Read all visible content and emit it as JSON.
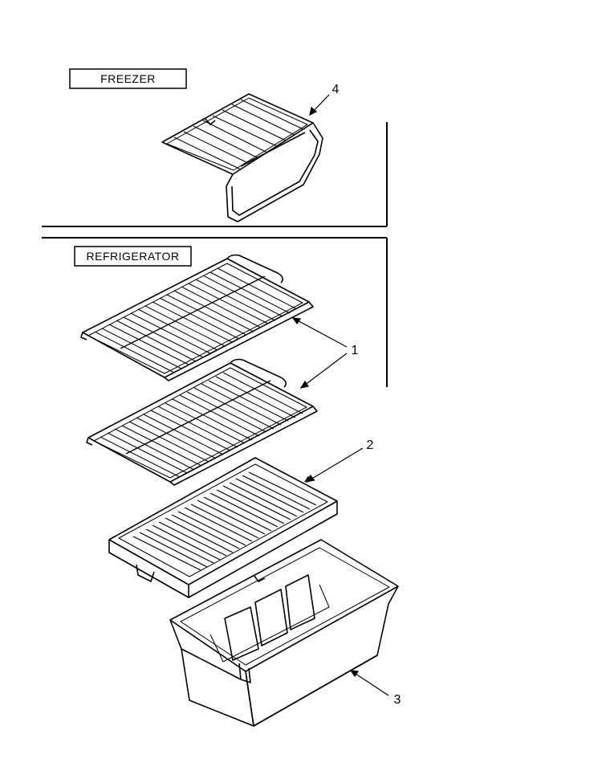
{
  "sections": {
    "freezer": {
      "label": "FREEZER"
    },
    "refrigerator": {
      "label": "REFRIGERATOR"
    }
  },
  "callouts": [
    {
      "id": "callout-4",
      "text": "4",
      "part": "freezer wire shelf"
    },
    {
      "id": "callout-1",
      "text": "1",
      "part": "refrigerator wire shelves"
    },
    {
      "id": "callout-2",
      "text": "2",
      "part": "crisper cover"
    },
    {
      "id": "callout-3",
      "text": "3",
      "part": "crisper drawer"
    }
  ],
  "colors": {
    "line": "#000000",
    "background": "#ffffff"
  }
}
